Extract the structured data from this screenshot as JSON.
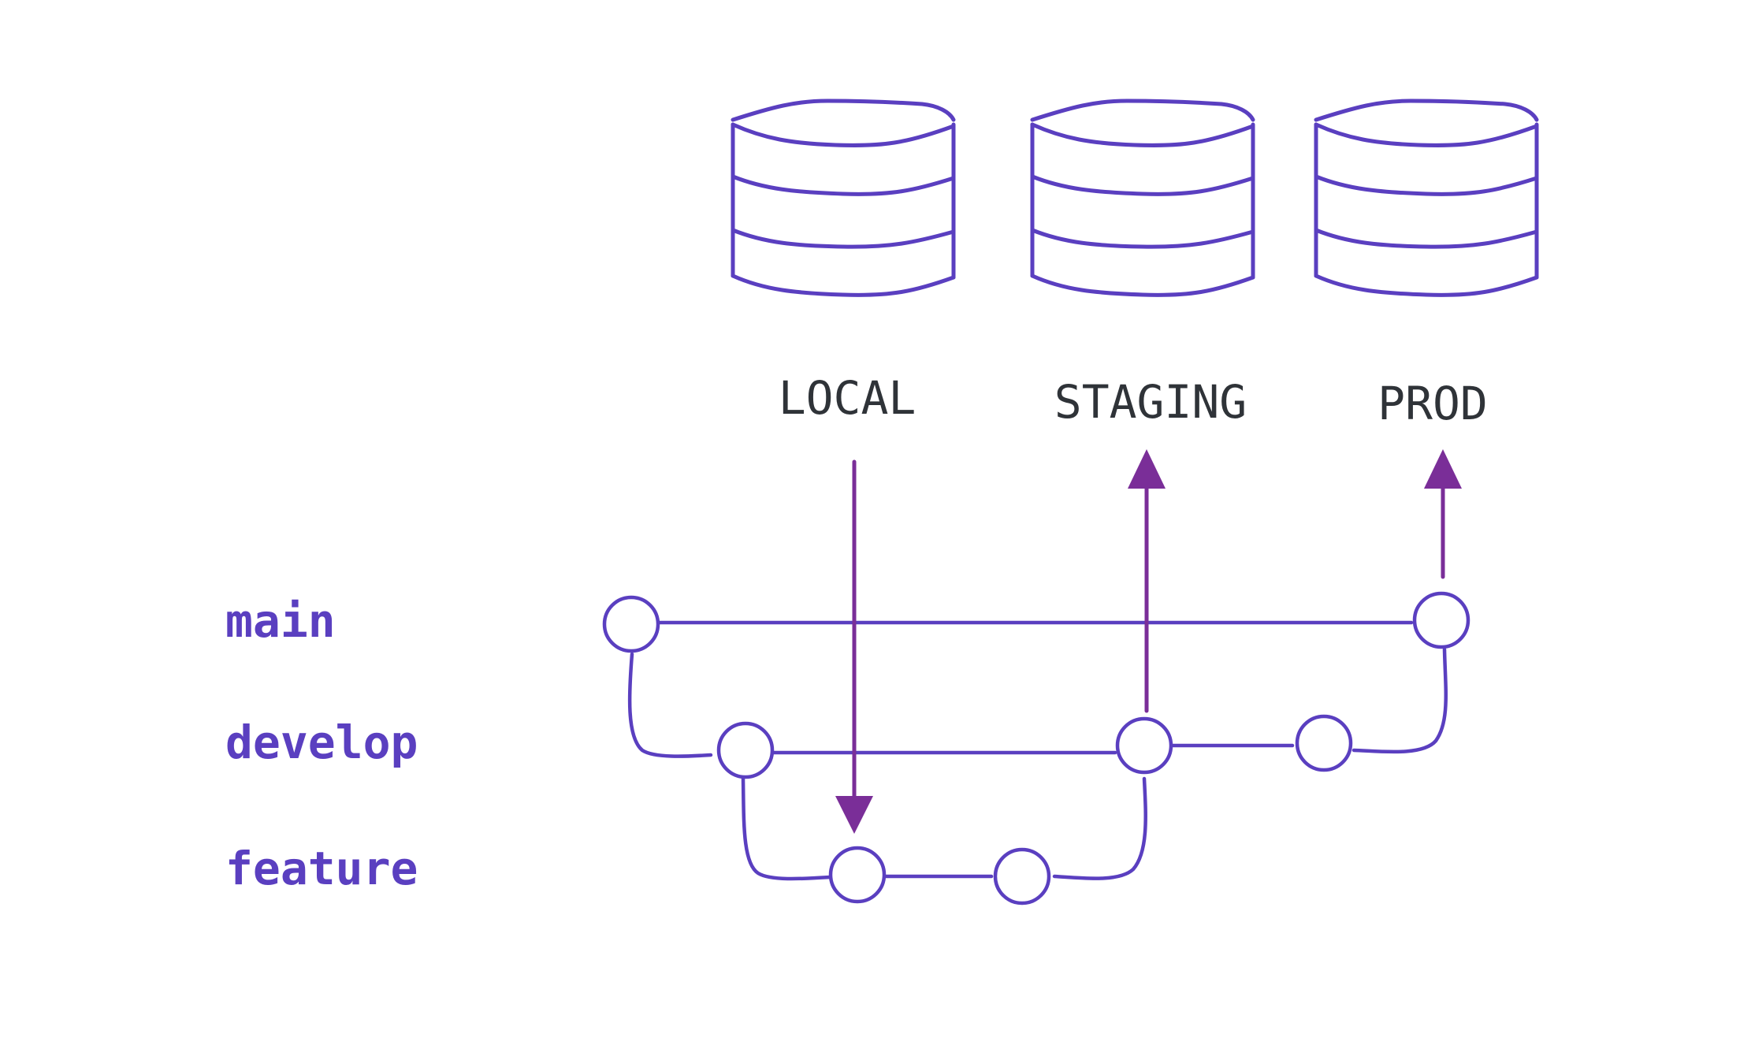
{
  "colors": {
    "accent": "#5a3fc0",
    "arrow": "#7a2e98",
    "text": "#2f3338",
    "background": "#ffffff"
  },
  "environments": [
    {
      "id": "local",
      "label": "LOCAL",
      "icon": "database-icon"
    },
    {
      "id": "staging",
      "label": "STAGING",
      "icon": "database-icon"
    },
    {
      "id": "prod",
      "label": "PROD",
      "icon": "database-icon"
    }
  ],
  "branches": [
    {
      "id": "main",
      "label": "main"
    },
    {
      "id": "develop",
      "label": "develop"
    },
    {
      "id": "feature",
      "label": "feature"
    }
  ]
}
